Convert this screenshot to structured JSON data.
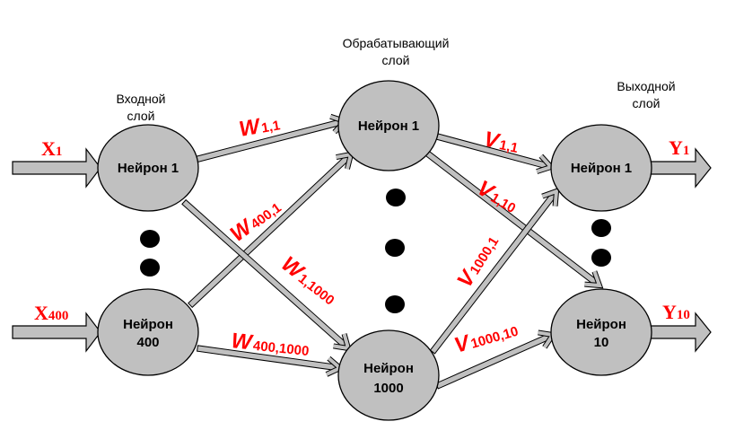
{
  "colors": {
    "node_fill": "#c0c0c0",
    "node_stroke": "#000000",
    "label_red": "#ff0000",
    "arrow_fill": "#c0c0c0"
  },
  "layers": {
    "input": {
      "title_line1": "Входной",
      "title_line2": "слой"
    },
    "hidden": {
      "title_line1": "Обрабатывающий",
      "title_line2": "слой"
    },
    "output": {
      "title_line1": "Выходной",
      "title_line2": "слой"
    }
  },
  "nodes": {
    "in1": {
      "line1": "Нейрон 1",
      "line2": ""
    },
    "in400": {
      "line1": "Нейрон",
      "line2": "400"
    },
    "h1": {
      "line1": "Нейрон 1",
      "line2": ""
    },
    "h1000": {
      "line1": "Нейрон",
      "line2": "1000"
    },
    "out1": {
      "line1": "Нейрон 1",
      "line2": ""
    },
    "out10": {
      "line1": "Нейрон",
      "line2": "10"
    }
  },
  "inputs": {
    "x1": {
      "main": "X",
      "sub": "1"
    },
    "x400": {
      "main": "X",
      "sub": "400"
    }
  },
  "outputs": {
    "y1": {
      "main": "Y",
      "sub": "1"
    },
    "y10": {
      "main": "Y",
      "sub": "10"
    }
  },
  "weights": {
    "w11": {
      "main": "W",
      "sub": "1,1"
    },
    "w4001": {
      "main": "W",
      "sub": "400,1"
    },
    "w11000": {
      "main": "W",
      "sub": "1,1000"
    },
    "w4001000": {
      "main": "W",
      "sub": "400,1000"
    },
    "v11": {
      "main": "V",
      "sub": "1,1"
    },
    "v110": {
      "main": "V",
      "sub": "1,10"
    },
    "v10001": {
      "main": "V",
      "sub": "1000,1"
    },
    "v100010": {
      "main": "V",
      "sub": "1000,10"
    }
  }
}
